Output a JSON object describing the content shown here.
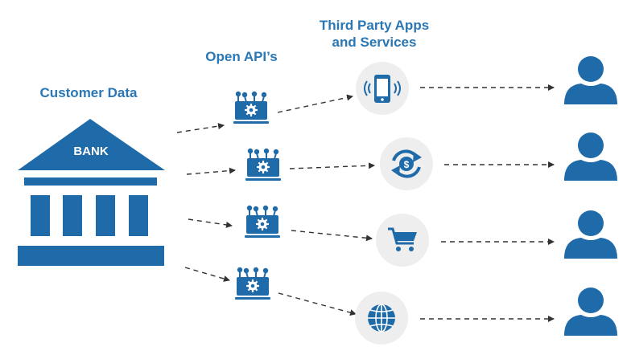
{
  "labels": {
    "customer_data": "Customer Data",
    "open_apis": "Open API’s",
    "third_party_line1": "Third Party Apps",
    "third_party_line2": "and Services",
    "bank": "BANK"
  },
  "rows": [
    {
      "service_icon": "smartphone-icon"
    },
    {
      "service_icon": "currency-exchange-icon"
    },
    {
      "service_icon": "shopping-cart-icon"
    },
    {
      "service_icon": "globe-icon"
    }
  ],
  "colors": {
    "primary": "#1f6aa8",
    "label": "#2a77b6",
    "circle_bg": "#eeeeee",
    "arrow": "#333333"
  }
}
